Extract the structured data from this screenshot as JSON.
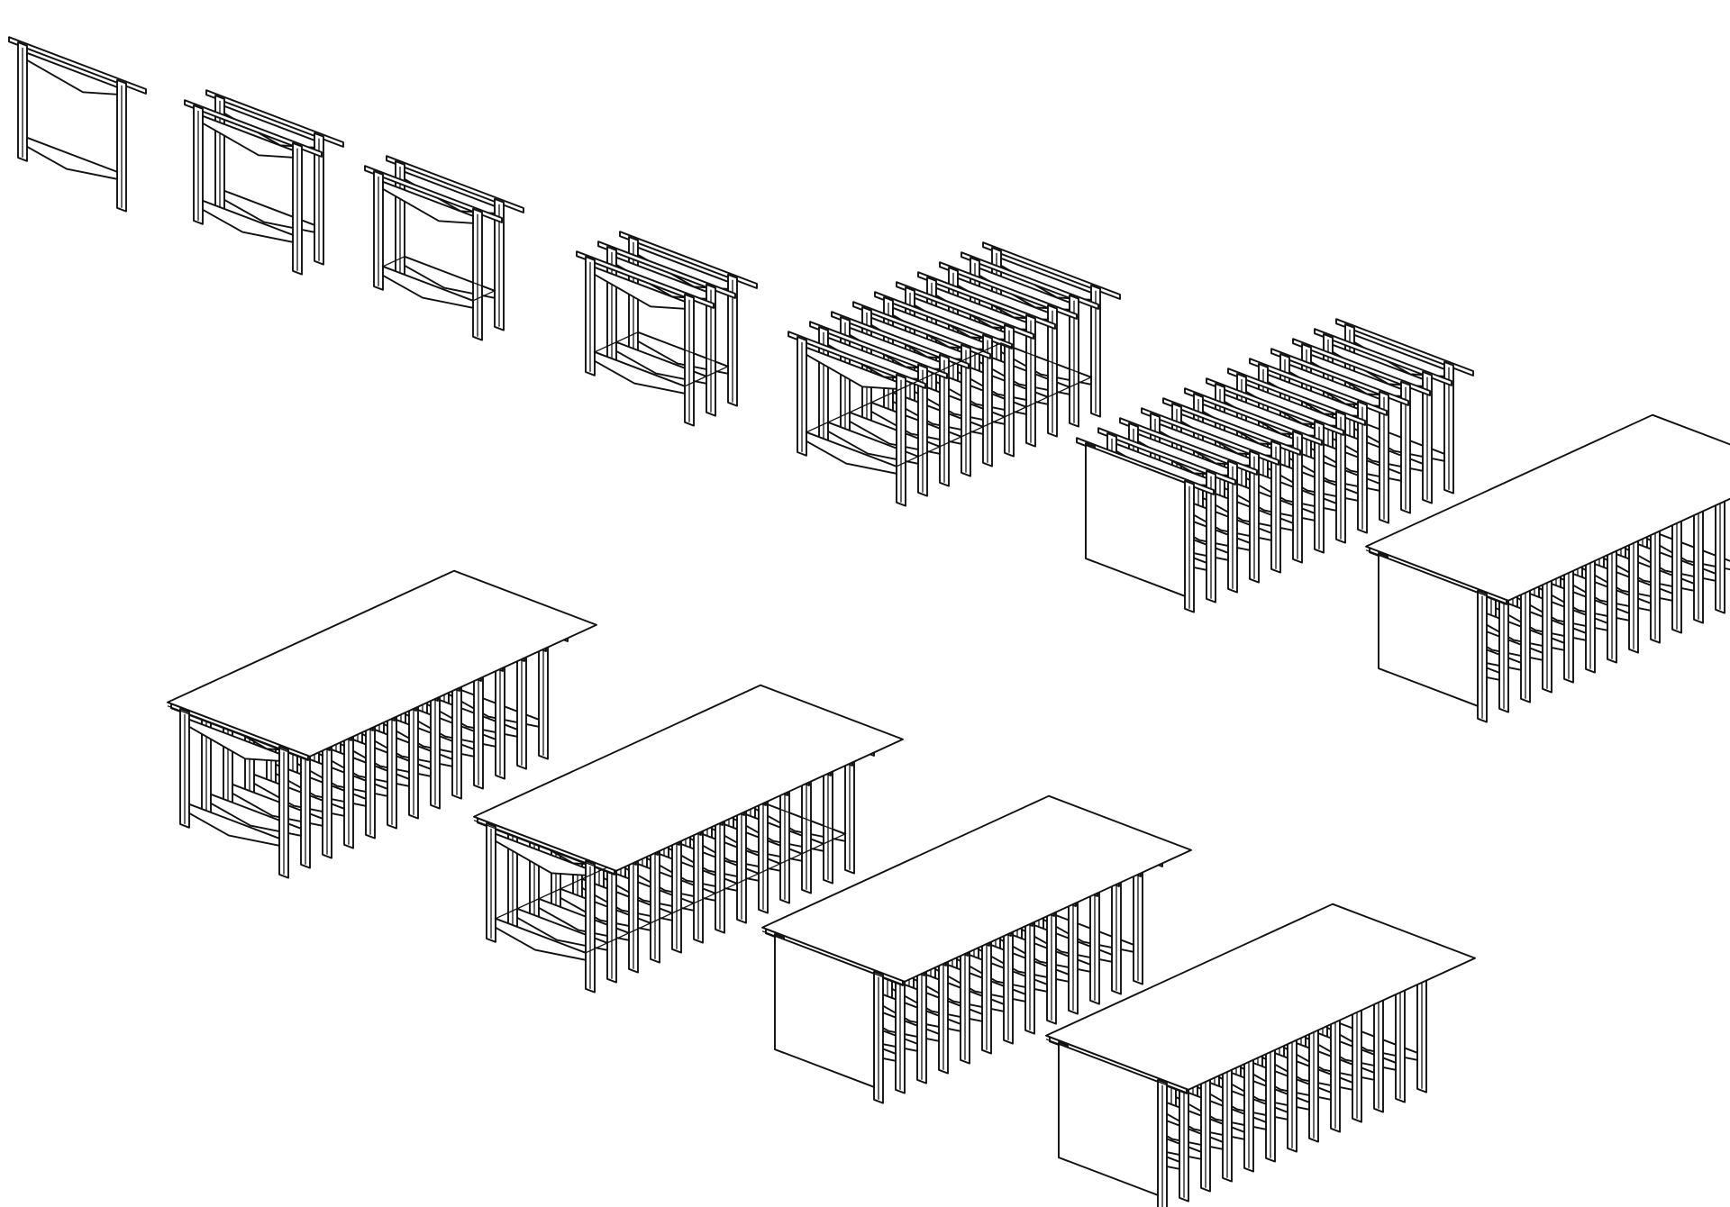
{
  "figure": {
    "kind": "exploded-isometric-assembly-sequence",
    "line_color": "#111111",
    "background": "#ffffff"
  },
  "stages": [
    {
      "id": "stage-1",
      "frames": 1,
      "floor_panel": false,
      "side_panel": false,
      "top_panel": false,
      "tenon_tops": true
    },
    {
      "id": "stage-2",
      "frames": 2,
      "floor_panel": false,
      "side_panel": false,
      "top_panel": false,
      "tenon_tops": true
    },
    {
      "id": "stage-3",
      "frames": 2,
      "floor_panel": true,
      "side_panel": false,
      "top_panel": false,
      "tenon_tops": true
    },
    {
      "id": "stage-4",
      "frames": 3,
      "floor_panel": true,
      "side_panel": false,
      "top_panel": false,
      "tenon_tops": true
    },
    {
      "id": "stage-5",
      "frames": 10,
      "floor_panel": true,
      "side_panel": false,
      "top_panel": false,
      "tenon_tops": true
    },
    {
      "id": "stage-6",
      "frames": 13,
      "floor_panel": false,
      "side_panel": true,
      "top_panel": false,
      "tenon_tops": true
    },
    {
      "id": "stage-7",
      "frames": 13,
      "floor_panel": false,
      "side_panel": true,
      "top_panel": true,
      "tenon_tops": false
    },
    {
      "id": "stage-8",
      "frames": 13,
      "floor_panel": false,
      "side_panel": false,
      "top_panel": true,
      "tenon_tops": true
    },
    {
      "id": "stage-9",
      "frames": 13,
      "floor_panel": true,
      "side_panel": false,
      "top_panel": true,
      "tenon_tops": true
    },
    {
      "id": "stage-10",
      "frames": 13,
      "floor_panel": false,
      "side_panel": true,
      "top_panel": true,
      "tenon_tops": true
    },
    {
      "id": "stage-11",
      "frames": 13,
      "floor_panel": false,
      "side_panel": true,
      "top_panel": true,
      "tenon_tops": false
    }
  ]
}
